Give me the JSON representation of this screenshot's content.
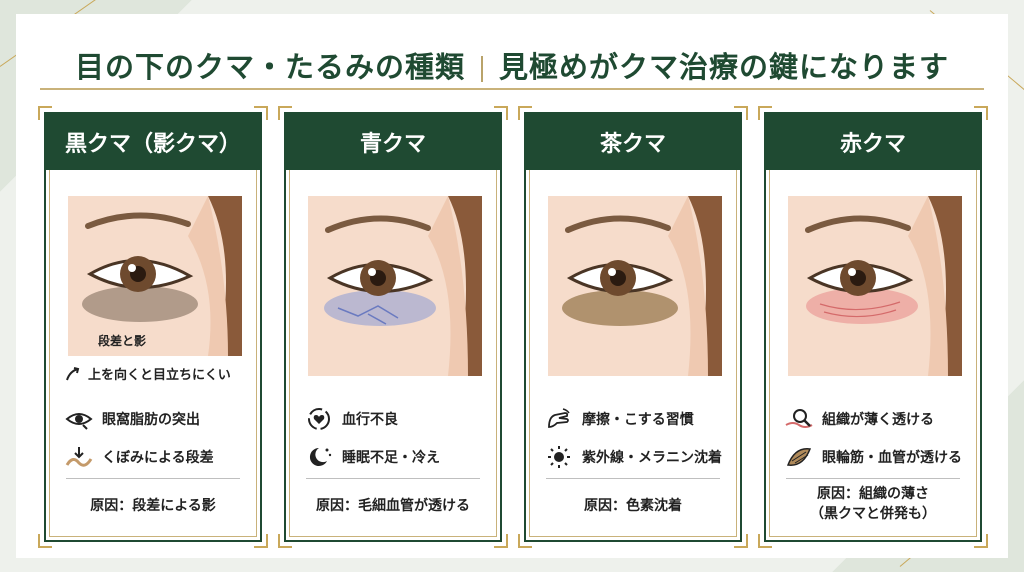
{
  "title": {
    "left": "目の下のクマ・たるみの種類",
    "right": "見極めがクマ治療の鍵になります"
  },
  "cards": [
    {
      "header": "黒クマ（影クマ）",
      "annotation": "段差と影",
      "sub_note": "上を向くと目立ちにくい",
      "items": [
        {
          "label": "眼窩脂肪の突出",
          "icon": "eye-bulge-icon"
        },
        {
          "label": "くぼみによる段差",
          "icon": "hollow-step-icon"
        }
      ],
      "cause": "原因：段差による影",
      "tint": "#6b5a4a"
    },
    {
      "header": "青クマ",
      "items": [
        {
          "label": "血行不良",
          "icon": "heart-circulation-icon"
        },
        {
          "label": "睡眠不足・冷え",
          "icon": "moon-stars-icon"
        }
      ],
      "cause": "原因：毛細血管が透ける",
      "tint": "#8a9ad6"
    },
    {
      "header": "茶クマ",
      "items": [
        {
          "label": "摩擦・こする習慣",
          "icon": "hand-rub-icon"
        },
        {
          "label": "紫外線・メラニン沈着",
          "icon": "sun-icon"
        }
      ],
      "cause": "原因：色素沈着",
      "tint": "#8a6a3c"
    },
    {
      "header": "赤クマ",
      "items": [
        {
          "label": "組織が薄く透ける",
          "icon": "magnifier-skin-icon"
        },
        {
          "label": "眼輪筋・血管が透ける",
          "icon": "muscle-fiber-icon"
        }
      ],
      "cause": "原因：組織の薄さ",
      "cause_sub": "（黒クマと併発も）",
      "tint": "#e88a8a"
    }
  ]
}
